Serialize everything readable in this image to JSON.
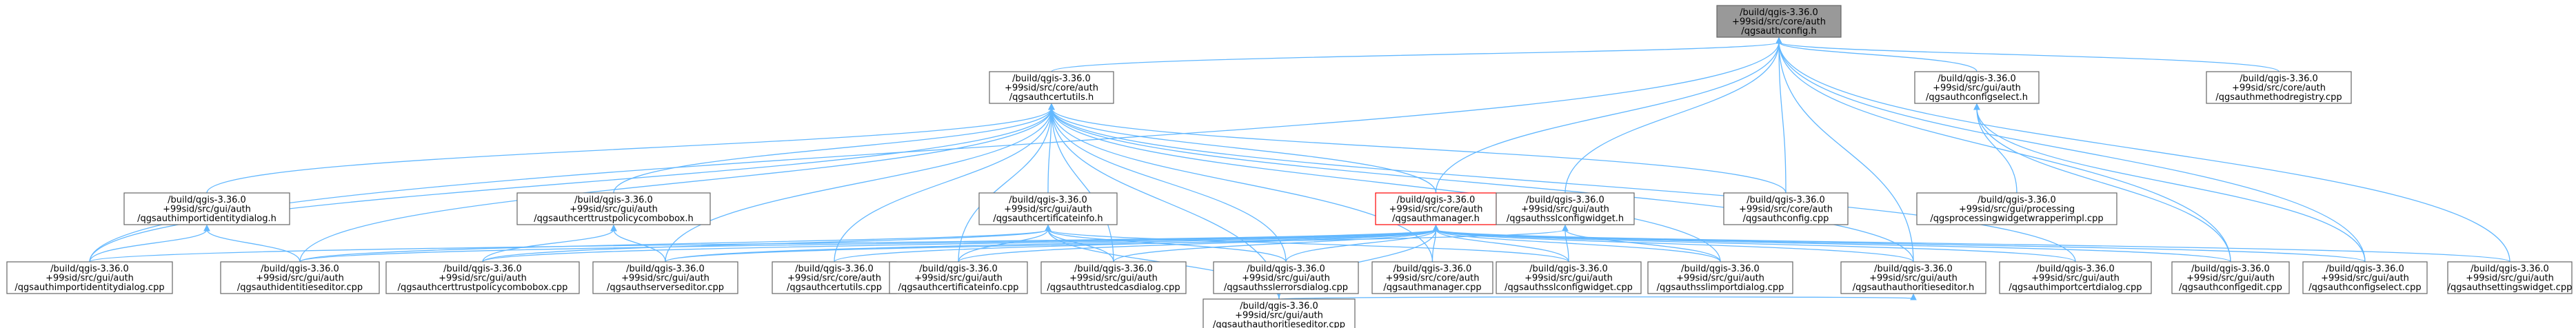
{
  "nodes": [
    {
      "id": "root",
      "lines": [
        "/build/qgis-3.36.0",
        "+99sid/src/core/auth",
        "/qgsauthconfig.h"
      ]
    },
    {
      "id": "certutils_h",
      "lines": [
        "/build/qgis-3.36.0",
        "+99sid/src/core/auth",
        "/qgsauthcertutils.h"
      ]
    },
    {
      "id": "configselect_h",
      "lines": [
        "/build/qgis-3.36.0",
        "+99sid/src/gui/auth",
        "/qgsauthconfigselect.h"
      ]
    },
    {
      "id": "methodregistry_cpp",
      "lines": [
        "/build/qgis-3.36.0",
        "+99sid/src/core/auth",
        "/qgsauthmethodregistry.cpp"
      ]
    },
    {
      "id": "importidentitydialog_h",
      "lines": [
        "/build/qgis-3.36.0",
        "+99sid/src/gui/auth",
        "/qgsauthimportidentitydialog.h"
      ]
    },
    {
      "id": "certtrustpolicycombobox_h",
      "lines": [
        "/build/qgis-3.36.0",
        "+99sid/src/gui/auth",
        "/qgsauthcerttrustpolicycombobox.h"
      ]
    },
    {
      "id": "certificateinfo_h",
      "lines": [
        "/build/qgis-3.36.0",
        "+99sid/src/gui/auth",
        "/qgsauthcertificateinfo.h"
      ]
    },
    {
      "id": "authmanager_h",
      "lines": [
        "/build/qgis-3.36.0",
        "+99sid/src/core/auth",
        "/qgsauthmanager.h"
      ]
    },
    {
      "id": "sslconfigwidget_h",
      "lines": [
        "/build/qgis-3.36.0",
        "+99sid/src/gui/auth",
        "/qgsauthsslconfigwidget.h"
      ]
    },
    {
      "id": "authconfig_cpp",
      "lines": [
        "/build/qgis-3.36.0",
        "+99sid/src/core/auth",
        "/qgsauthconfig.cpp"
      ]
    },
    {
      "id": "widgetwrapperimpl_cpp",
      "lines": [
        "/build/qgis-3.36.0",
        "+99sid/src/gui/processing",
        "/qgsprocessingwidgetwrapperimpl.cpp"
      ]
    },
    {
      "id": "importidentitydialog_cpp",
      "lines": [
        "/build/qgis-3.36.0",
        "+99sid/src/gui/auth",
        "/qgsauthimportidentitydialog.cpp"
      ]
    },
    {
      "id": "identitieseditor_cpp",
      "lines": [
        "/build/qgis-3.36.0",
        "+99sid/src/gui/auth",
        "/qgsauthidentitieseditor.cpp"
      ]
    },
    {
      "id": "certtrustpolicycombobox_cpp",
      "lines": [
        "/build/qgis-3.36.0",
        "+99sid/src/gui/auth",
        "/qgsauthcerttrustpolicycombobox.cpp"
      ]
    },
    {
      "id": "serverseditor_cpp",
      "lines": [
        "/build/qgis-3.36.0",
        "+99sid/src/gui/auth",
        "/qgsauthserverseditor.cpp"
      ]
    },
    {
      "id": "certutils_cpp",
      "lines": [
        "/build/qgis-3.36.0",
        "+99sid/src/core/auth",
        "/qgsauthcertutils.cpp"
      ]
    },
    {
      "id": "certificateinfo_cpp",
      "lines": [
        "/build/qgis-3.36.0",
        "+99sid/src/gui/auth",
        "/qgsauthcertificateinfo.cpp"
      ]
    },
    {
      "id": "trustedcasdialog_cpp",
      "lines": [
        "/build/qgis-3.36.0",
        "+99sid/src/gui/auth",
        "/qgsauthtrustedcasdialog.cpp"
      ]
    },
    {
      "id": "sslerrorsdialog_cpp",
      "lines": [
        "/build/qgis-3.36.0",
        "+99sid/src/gui/auth",
        "/qgsauthsslerrorsdialog.cpp"
      ]
    },
    {
      "id": "authmanager_cpp",
      "lines": [
        "/build/qgis-3.36.0",
        "+99sid/src/core/auth",
        "/qgsauthmanager.cpp"
      ]
    },
    {
      "id": "sslconfigwidget_cpp",
      "lines": [
        "/build/qgis-3.36.0",
        "+99sid/src/gui/auth",
        "/qgsauthsslconfigwidget.cpp"
      ]
    },
    {
      "id": "sslimportdialog_cpp",
      "lines": [
        "/build/qgis-3.36.0",
        "+99sid/src/gui/auth",
        "/qgsauthsslimportdialog.cpp"
      ]
    },
    {
      "id": "authoritieseditor_h",
      "lines": [
        "/build/qgis-3.36.0",
        "+99sid/src/gui/auth",
        "/qgsauthauthoritieseditor.h"
      ]
    },
    {
      "id": "importcertdialog_cpp",
      "lines": [
        "/build/qgis-3.36.0",
        "+99sid/src/gui/auth",
        "/qgsauthimportcertdialog.cpp"
      ]
    },
    {
      "id": "configedit_cpp",
      "lines": [
        "/build/qgis-3.36.0",
        "+99sid/src/gui/auth",
        "/qgsauthconfigedit.cpp"
      ]
    },
    {
      "id": "configselect_cpp",
      "lines": [
        "/build/qgis-3.36.0",
        "+99sid/src/gui/auth",
        "/qgsauthconfigselect.cpp"
      ]
    },
    {
      "id": "settingswidget_cpp",
      "lines": [
        "/build/qgis-3.36.0",
        "+99sid/src/gui/auth",
        "/qgsauthsettingswidget.cpp"
      ]
    },
    {
      "id": "authoritieseditor_cpp",
      "lines": [
        "/build/qgis-3.36.0",
        "+99sid/src/gui/auth",
        "/qgsauthauthoritieseditor.cpp"
      ]
    }
  ],
  "edges": [
    [
      "certutils_h",
      "root"
    ],
    [
      "configselect_h",
      "root"
    ],
    [
      "methodregistry_cpp",
      "root"
    ],
    [
      "authmanager_h",
      "root"
    ],
    [
      "sslconfigwidget_h",
      "root"
    ],
    [
      "authconfig_cpp",
      "root"
    ],
    [
      "importidentitydialog_cpp",
      "root"
    ],
    [
      "configedit_cpp",
      "root"
    ],
    [
      "configselect_cpp",
      "root"
    ],
    [
      "settingswidget_cpp",
      "root"
    ],
    [
      "authoritieseditor_h",
      "root"
    ],
    [
      "importidentitydialog_h",
      "certutils_h"
    ],
    [
      "certtrustpolicycombobox_h",
      "certutils_h"
    ],
    [
      "certificateinfo_h",
      "certutils_h"
    ],
    [
      "authmanager_h",
      "certutils_h"
    ],
    [
      "authconfig_cpp",
      "certutils_h"
    ],
    [
      "importidentitydialog_cpp",
      "certutils_h"
    ],
    [
      "identitieseditor_cpp",
      "certutils_h"
    ],
    [
      "serverseditor_cpp",
      "certutils_h"
    ],
    [
      "certutils_cpp",
      "certutils_h"
    ],
    [
      "certificateinfo_cpp",
      "certutils_h"
    ],
    [
      "trustedcasdialog_cpp",
      "certutils_h"
    ],
    [
      "sslerrorsdialog_cpp",
      "certutils_h"
    ],
    [
      "authmanager_cpp",
      "certutils_h"
    ],
    [
      "sslimportdialog_cpp",
      "certutils_h"
    ],
    [
      "authoritieseditor_h",
      "certutils_h"
    ],
    [
      "importcertdialog_cpp",
      "certutils_h"
    ],
    [
      "authoritieseditor_cpp",
      "certutils_h"
    ],
    [
      "widgetwrapperimpl_cpp",
      "configselect_h"
    ],
    [
      "configedit_cpp",
      "configselect_h"
    ],
    [
      "configselect_cpp",
      "configselect_h"
    ],
    [
      "importidentitydialog_cpp",
      "importidentitydialog_h"
    ],
    [
      "identitieseditor_cpp",
      "importidentitydialog_h"
    ],
    [
      "certtrustpolicycombobox_cpp",
      "certtrustpolicycombobox_h"
    ],
    [
      "serverseditor_cpp",
      "certtrustpolicycombobox_h"
    ],
    [
      "certificateinfo_cpp",
      "certificateinfo_h"
    ],
    [
      "trustedcasdialog_cpp",
      "certificateinfo_h"
    ],
    [
      "sslerrorsdialog_cpp",
      "certificateinfo_h"
    ],
    [
      "identitieseditor_cpp",
      "certificateinfo_h"
    ],
    [
      "authoritieseditor_cpp",
      "certificateinfo_h"
    ],
    [
      "certtrustpolicycombobox_cpp",
      "certificateinfo_h"
    ],
    [
      "sslconfigwidget_cpp",
      "certificateinfo_h"
    ],
    [
      "importidentitydialog_cpp",
      "authmanager_h"
    ],
    [
      "identitieseditor_cpp",
      "authmanager_h"
    ],
    [
      "certtrustpolicycombobox_cpp",
      "authmanager_h"
    ],
    [
      "serverseditor_cpp",
      "authmanager_h"
    ],
    [
      "certutils_cpp",
      "authmanager_h"
    ],
    [
      "certificateinfo_cpp",
      "authmanager_h"
    ],
    [
      "trustedcasdialog_cpp",
      "authmanager_h"
    ],
    [
      "sslerrorsdialog_cpp",
      "authmanager_h"
    ],
    [
      "authmanager_cpp",
      "authmanager_h"
    ],
    [
      "sslconfigwidget_cpp",
      "authmanager_h"
    ],
    [
      "sslimportdialog_cpp",
      "authmanager_h"
    ],
    [
      "authoritieseditor_h",
      "authmanager_h"
    ],
    [
      "importcertdialog_cpp",
      "authmanager_h"
    ],
    [
      "configedit_cpp",
      "authmanager_h"
    ],
    [
      "configselect_cpp",
      "authmanager_h"
    ],
    [
      "settingswidget_cpp",
      "authmanager_h"
    ],
    [
      "authoritieseditor_cpp",
      "authmanager_h"
    ],
    [
      "sslconfigwidget_cpp",
      "sslconfigwidget_h"
    ],
    [
      "sslimportdialog_cpp",
      "sslconfigwidget_h"
    ],
    [
      "serverseditor_cpp",
      "sslconfigwidget_h"
    ],
    [
      "authoritieseditor_cpp",
      "authoritieseditor_h"
    ]
  ]
}
